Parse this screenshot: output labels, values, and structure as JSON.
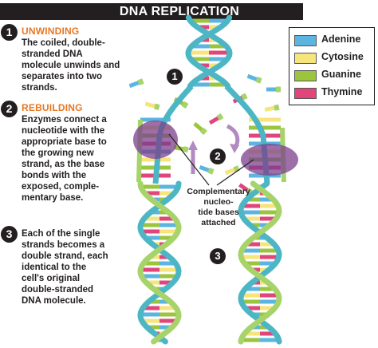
{
  "title": "DNA REPLICATION",
  "steps": [
    {
      "number": "1",
      "heading": "UNWINDING",
      "lines": [
        "The coiled, double-",
        "stranded DNA",
        "molecule unwinds and",
        "separates into two",
        "strands."
      ]
    },
    {
      "number": "2",
      "heading": "REBUILDING",
      "lines": [
        "Enzymes connect a",
        "nucleotide with the",
        "appropriate base to",
        "the growing new",
        "strand, as the base",
        "bonds with the",
        "exposed, comple-",
        "mentary base."
      ]
    },
    {
      "number": "3",
      "heading": "",
      "lines": [
        "Each of the single",
        "strands becomes a",
        "double strand, each",
        "identical to the",
        "cell's original",
        "double-stranded",
        "DNA molecule."
      ]
    }
  ],
  "legend": [
    {
      "label": "Adenine",
      "color": "#5bb5e0"
    },
    {
      "label": "Cytosine",
      "color": "#f5e57a"
    },
    {
      "label": "Guanine",
      "color": "#9bc53d"
    },
    {
      "label": "Thymine",
      "color": "#e0457b"
    }
  ],
  "diagram": {
    "callout_numbers": [
      "1",
      "2",
      "3"
    ],
    "callout_lines": [
      "Complementary",
      "nucleo-",
      "tide bases",
      "attached"
    ],
    "colors": {
      "backbone": "#4cb6c4",
      "new_strand": "#a7d36b",
      "enzyme": "#7b3f8c"
    }
  }
}
